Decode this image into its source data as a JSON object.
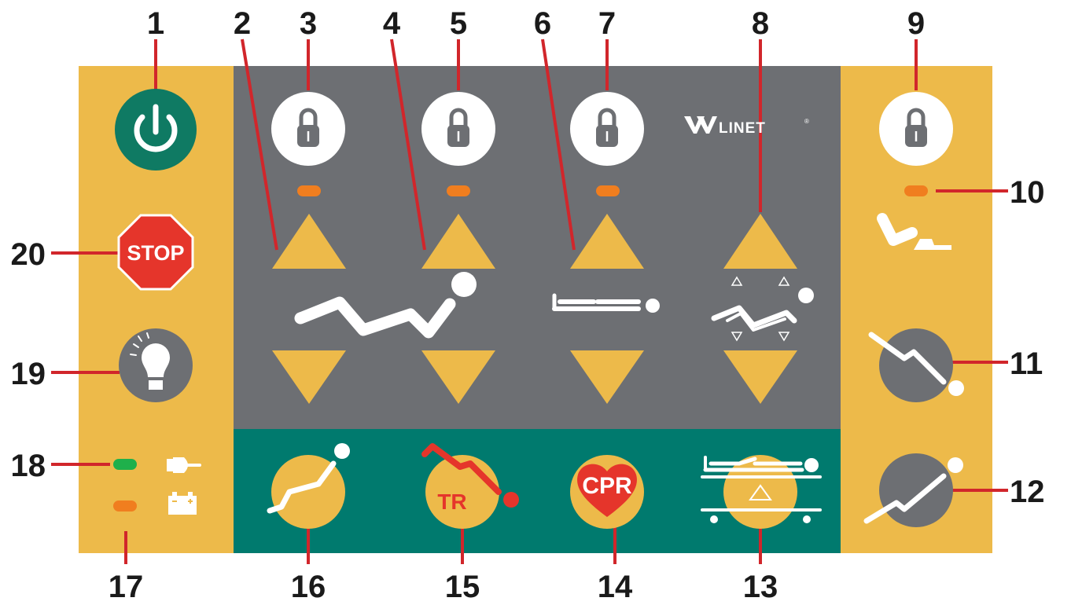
{
  "brand": {
    "name": "LINET",
    "mark": "®"
  },
  "callouts": [
    "1",
    "2",
    "3",
    "4",
    "5",
    "6",
    "7",
    "8",
    "9",
    "10",
    "11",
    "12",
    "13",
    "14",
    "15",
    "16",
    "17",
    "18",
    "19",
    "20"
  ],
  "buttons": {
    "stop": "STOP",
    "trendelenburg": "TR",
    "cpr": "CPR"
  },
  "colors": {
    "panel_yellow": "#edba4a",
    "panel_gray": "#6d6f73",
    "panel_teal": "#007a6e",
    "power_green": "#0f7a63",
    "stop_red": "#e5352b",
    "led_orange": "#f07e1f",
    "led_green": "#1fb04b",
    "callout_line": "#d1262b"
  },
  "icons": [
    "power-icon",
    "stop-icon",
    "light-bulb-icon",
    "plug-icon",
    "battery-icon",
    "lock-icon",
    "arrow-up-icon",
    "arrow-down-icon",
    "bed-profile-icon",
    "bed-flat-icon",
    "auto-contour-icon",
    "leg-rest-icon",
    "trendelenburg-icon",
    "anti-trendelenburg-icon",
    "height-icon",
    "cpr-heart-icon",
    "chair-position-icon"
  ]
}
